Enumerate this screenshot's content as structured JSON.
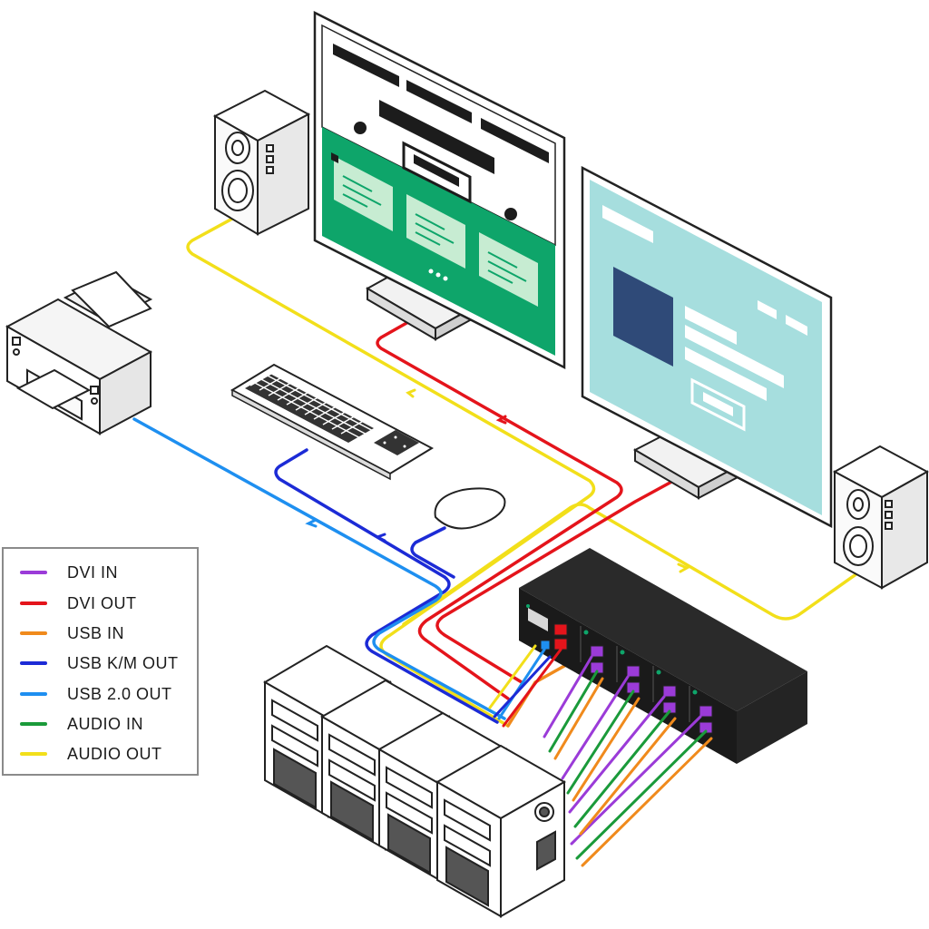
{
  "legend": {
    "items": [
      {
        "label": "DVI IN",
        "color": "#9b3bd8"
      },
      {
        "label": "DVI OUT",
        "color": "#e4141b"
      },
      {
        "label": "USB IN",
        "color": "#f08a1c"
      },
      {
        "label": "USB K/M OUT",
        "color": "#1c2bd6"
      },
      {
        "label": "USB 2.0 OUT",
        "color": "#1e8ff0"
      },
      {
        "label": "AUDIO IN",
        "color": "#1a9a3a"
      },
      {
        "label": "AUDIO OUT",
        "color": "#f2df1a"
      }
    ]
  },
  "colors": {
    "monitor_left_top": "#ffffff",
    "monitor_left_bottom": "#0ea56a",
    "monitor_right_screen": "#a6dede",
    "monitor_right_block": "#2f4a78",
    "switch_body": "#1c1c1c",
    "outline": "#222222"
  },
  "icons": [
    "speaker-icon",
    "printer-icon",
    "keyboard-icon",
    "mouse-icon",
    "monitor-icon",
    "kvm-switch-icon",
    "computer-tower-icon"
  ]
}
